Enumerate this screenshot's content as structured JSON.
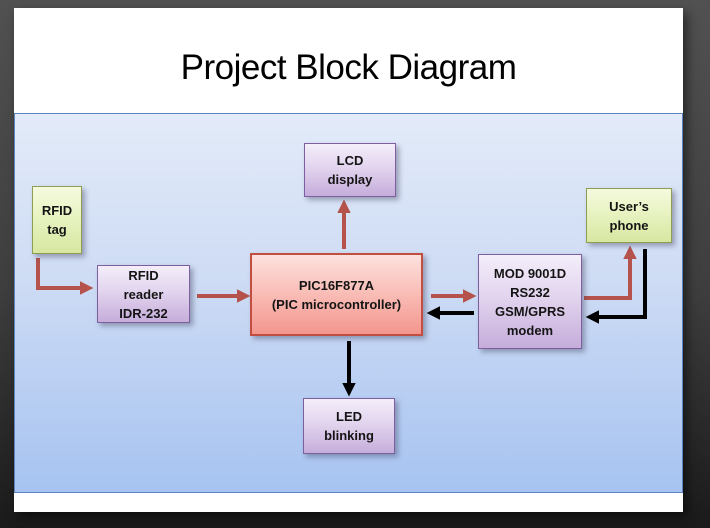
{
  "title": "Project Block Diagram",
  "blocks": {
    "rfid_tag": {
      "lines": [
        "RFID",
        "tag"
      ]
    },
    "rfid_reader": {
      "lines": [
        "RFID",
        "reader",
        "IDR-232"
      ]
    },
    "pic": {
      "lines": [
        "PIC16F877A",
        "(PIC microcontroller)"
      ]
    },
    "lcd": {
      "lines": [
        "LCD",
        "display"
      ]
    },
    "led": {
      "lines": [
        "LED",
        "blinking"
      ]
    },
    "modem": {
      "lines": [
        "MOD 9001D",
        "RS232",
        "GSM/GPRS",
        "modem"
      ]
    },
    "phone": {
      "lines": [
        "User’s",
        "phone"
      ]
    }
  },
  "connections": [
    {
      "from": "rfid_tag",
      "to": "rfid_reader",
      "style": "red",
      "shape": "elbow"
    },
    {
      "from": "rfid_reader",
      "to": "pic",
      "style": "red",
      "shape": "straight"
    },
    {
      "from": "pic",
      "to": "lcd",
      "style": "red",
      "shape": "straight"
    },
    {
      "from": "pic",
      "to": "modem",
      "style": "red",
      "shape": "straight"
    },
    {
      "from": "modem",
      "to": "pic",
      "style": "black",
      "shape": "straight"
    },
    {
      "from": "pic",
      "to": "led",
      "style": "black",
      "shape": "straight"
    },
    {
      "from": "modem",
      "to": "phone",
      "style": "red",
      "shape": "elbow"
    },
    {
      "from": "phone",
      "to": "modem",
      "style": "black",
      "shape": "elbow"
    }
  ],
  "colors": {
    "arrow_red": "#b5524b",
    "arrow_black": "#000000",
    "panel_border": "#5b84c0",
    "panel_top": "#e3ebf9",
    "panel_bottom": "#a6c3f1",
    "green_border": "#8e9d52",
    "green_top": "#f4fade",
    "green_bottom": "#d7e7a1",
    "purple_border": "#7d5fa0",
    "purple_top": "#f4eefa",
    "purple_bottom": "#c6addb",
    "pink_border": "#c24e42",
    "pink_top": "#fce1de",
    "pink_bottom": "#f3968e"
  }
}
